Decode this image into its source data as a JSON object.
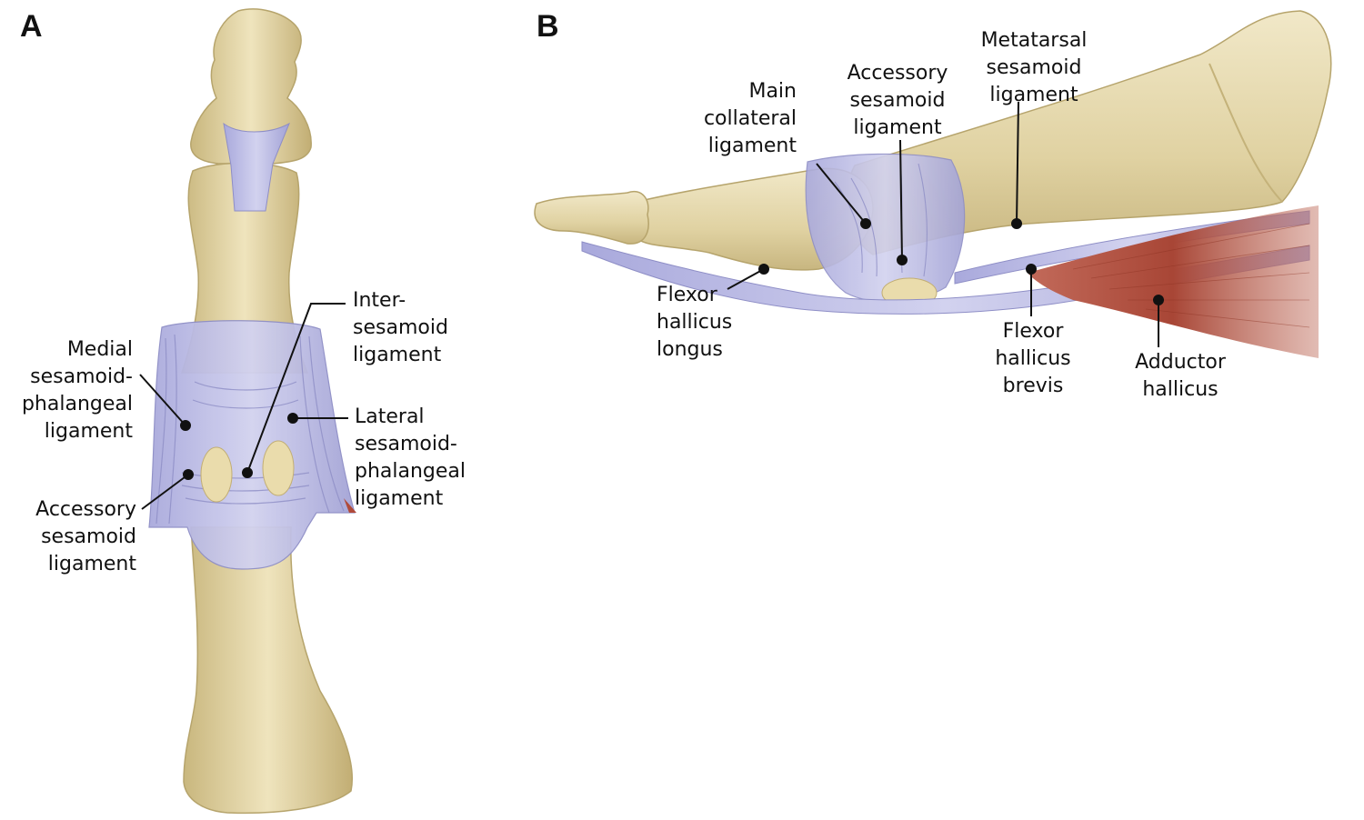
{
  "panels": {
    "a": {
      "letter": "A",
      "labels": {
        "medial": [
          "Medial",
          "sesamoid-",
          "phalangeal",
          "ligament"
        ],
        "accessory": [
          "Accessory",
          "sesamoid",
          "ligament"
        ],
        "inter": [
          "Inter-",
          "sesamoid",
          "ligament"
        ],
        "lateral": [
          "Lateral",
          "sesamoid-",
          "phalangeal",
          "ligament"
        ]
      }
    },
    "b": {
      "letter": "B",
      "labels": {
        "main_collateral": [
          "Main",
          "collateral",
          "ligament"
        ],
        "accessory": [
          "Accessory",
          "sesamoid",
          "ligament"
        ],
        "metatarsal": [
          "Metatarsal",
          "sesamoid",
          "ligament"
        ],
        "flexor_longus": [
          "Flexor",
          "hallicus",
          "longus"
        ],
        "flexor_brevis": [
          "Flexor",
          "hallicus",
          "brevis"
        ],
        "adductor": [
          "Adductor",
          "hallicus"
        ]
      }
    }
  },
  "colors": {
    "bone": "#e2d4a2",
    "bone_shadow": "#c4b27a",
    "ligament": "#b8b8e2",
    "ligament_line": "#8e8ec6",
    "muscle": "#b04a3a",
    "leader": "#111111"
  }
}
